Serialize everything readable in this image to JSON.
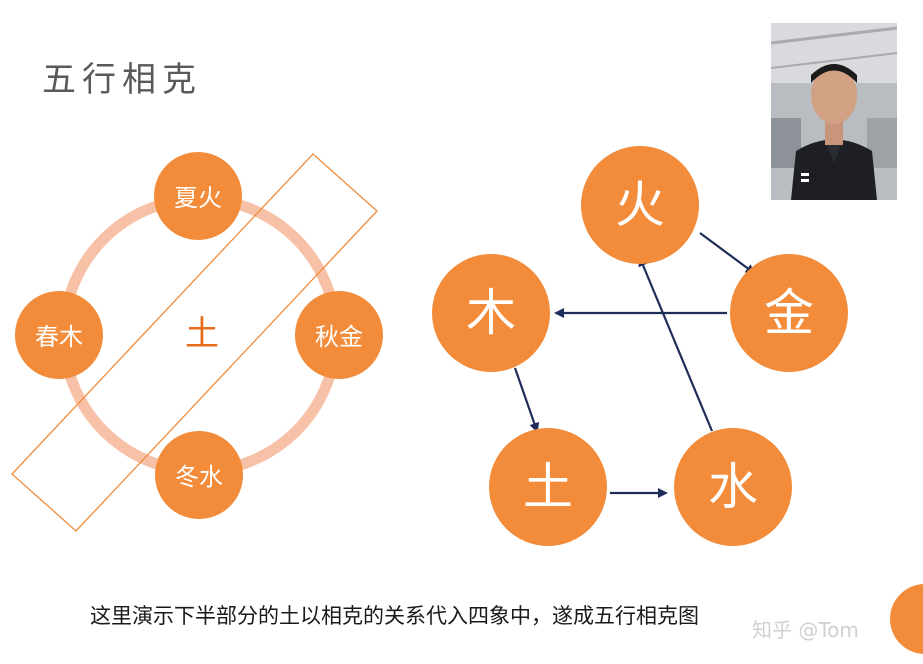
{
  "title": "五行相克",
  "left_diagram": {
    "center_label": "土",
    "nodes": [
      {
        "id": "summer",
        "label": "夏火"
      },
      {
        "id": "spring",
        "label": "春木"
      },
      {
        "id": "autumn",
        "label": "秋金"
      },
      {
        "id": "winter",
        "label": "冬水"
      }
    ]
  },
  "right_diagram": {
    "nodes": [
      {
        "id": "fire",
        "label": "火"
      },
      {
        "id": "metal",
        "label": "金"
      },
      {
        "id": "wood",
        "label": "木"
      },
      {
        "id": "earth",
        "label": "土"
      },
      {
        "id": "water",
        "label": "水"
      }
    ],
    "edges": [
      {
        "from": "fire",
        "to": "metal"
      },
      {
        "from": "metal",
        "to": "wood"
      },
      {
        "from": "wood",
        "to": "earth"
      },
      {
        "from": "earth",
        "to": "water"
      },
      {
        "from": "water",
        "to": "fire"
      }
    ]
  },
  "caption": "这里演示下半部分的土以相克的关系代入四象中，遂成五行相克图",
  "watermark": "知乎 @Tom",
  "colors": {
    "node_fill": "#f28c3a",
    "ring": "#f7c1a8",
    "arrow": "#1f2d5a",
    "highlight_box": "#f28c3a",
    "center_text": "#e46c1a"
  }
}
